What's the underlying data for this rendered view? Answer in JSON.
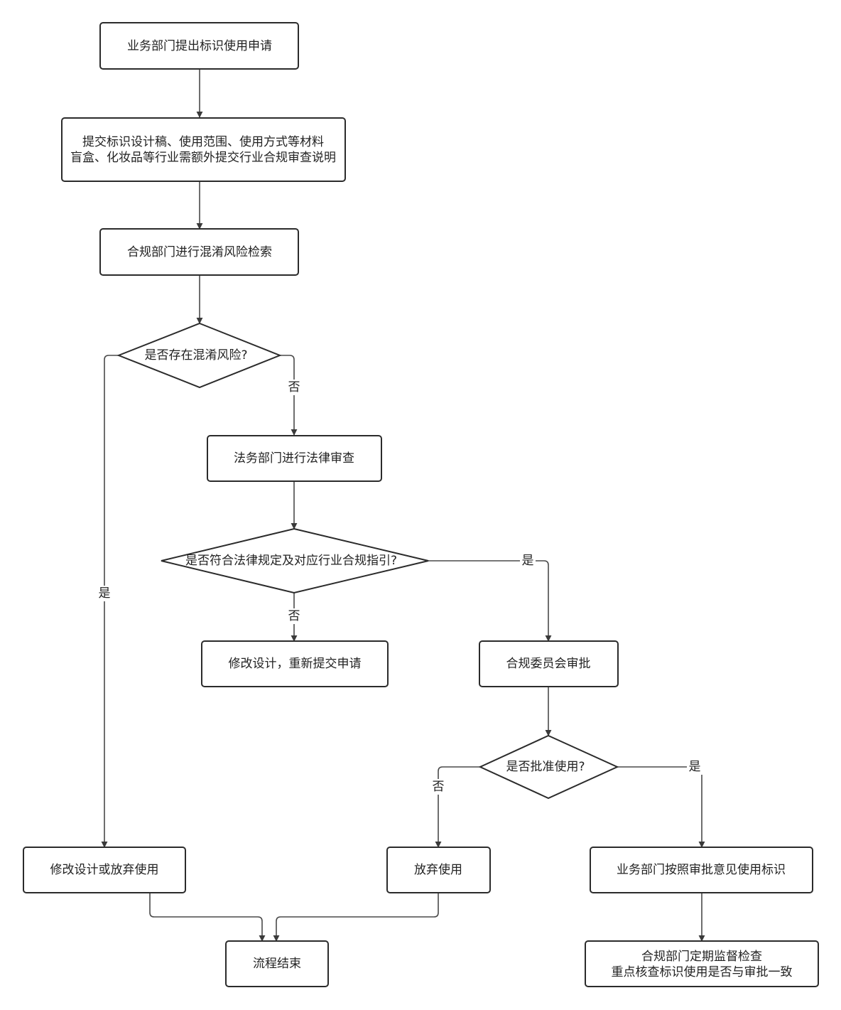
{
  "nodes": {
    "n1": [
      "业务部门提出标识使用申请"
    ],
    "n2": [
      "提交标识设计稿、使用范围、使用方式等材料",
      "盲盒、化妆品等行业需额外提交行业合规审查说明"
    ],
    "n3": [
      "合规部门进行混淆风险检索"
    ],
    "d1": [
      "是否存在混淆风险?"
    ],
    "n4": [
      "法务部门进行法律审查"
    ],
    "d2": [
      "是否符合法律规定及对应行业合规指引?"
    ],
    "n5": [
      "修改设计，重新提交申请"
    ],
    "n6": [
      "合规委员会审批"
    ],
    "d3": [
      "是否批准使用?"
    ],
    "n7": [
      "修改设计或放弃使用"
    ],
    "n8": [
      "放弃使用"
    ],
    "n9": [
      "业务部门按照审批意见使用标识"
    ],
    "n10": [
      "流程结束"
    ],
    "n11": [
      "合规部门定期监督检查",
      "重点核查标识使用是否与审批一致"
    ]
  },
  "edge_labels": {
    "d1_no": "否",
    "d1_yes": "是",
    "d2_no": "否",
    "d2_yes": "是",
    "d3_no": "否",
    "d3_yes": "是"
  },
  "colors": {
    "stroke": "#2b2b2b",
    "edge": "#4a4a4a",
    "text": "#222222",
    "background": "#ffffff"
  }
}
